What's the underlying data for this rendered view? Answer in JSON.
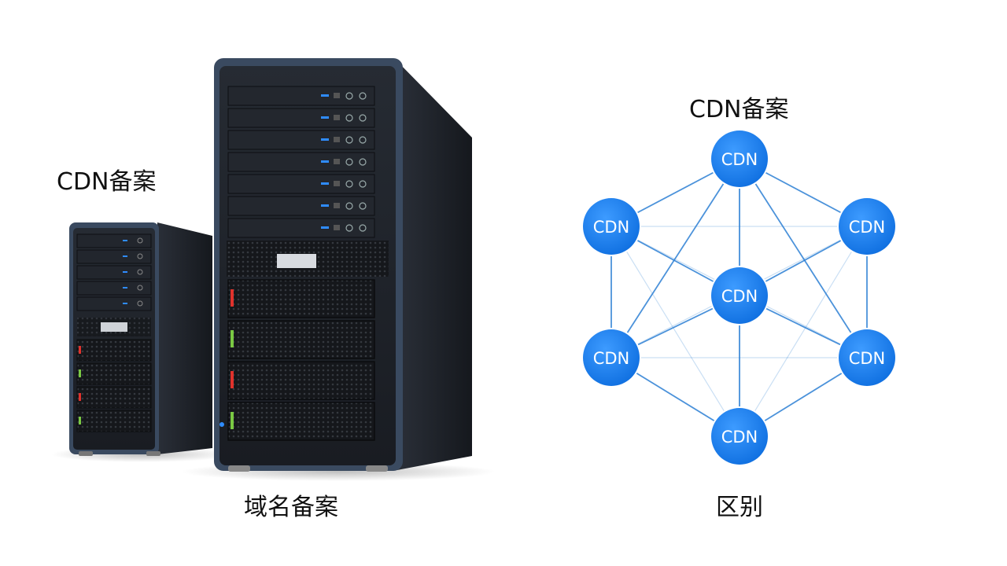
{
  "labels": {
    "left_server": "CDN备案",
    "right_server": "域名备案",
    "network_title": "CDN备案",
    "network_caption": "区别"
  },
  "network": {
    "node_label": "CDN",
    "node_color": "#1a7ff0",
    "line_color": "#2b7fd4"
  },
  "server_colors": {
    "body": "#1d2128",
    "frame": "#3a4a60",
    "accent_blue": "#2f8cff",
    "accent_red": "#e0322c",
    "accent_green": "#7ac943"
  }
}
